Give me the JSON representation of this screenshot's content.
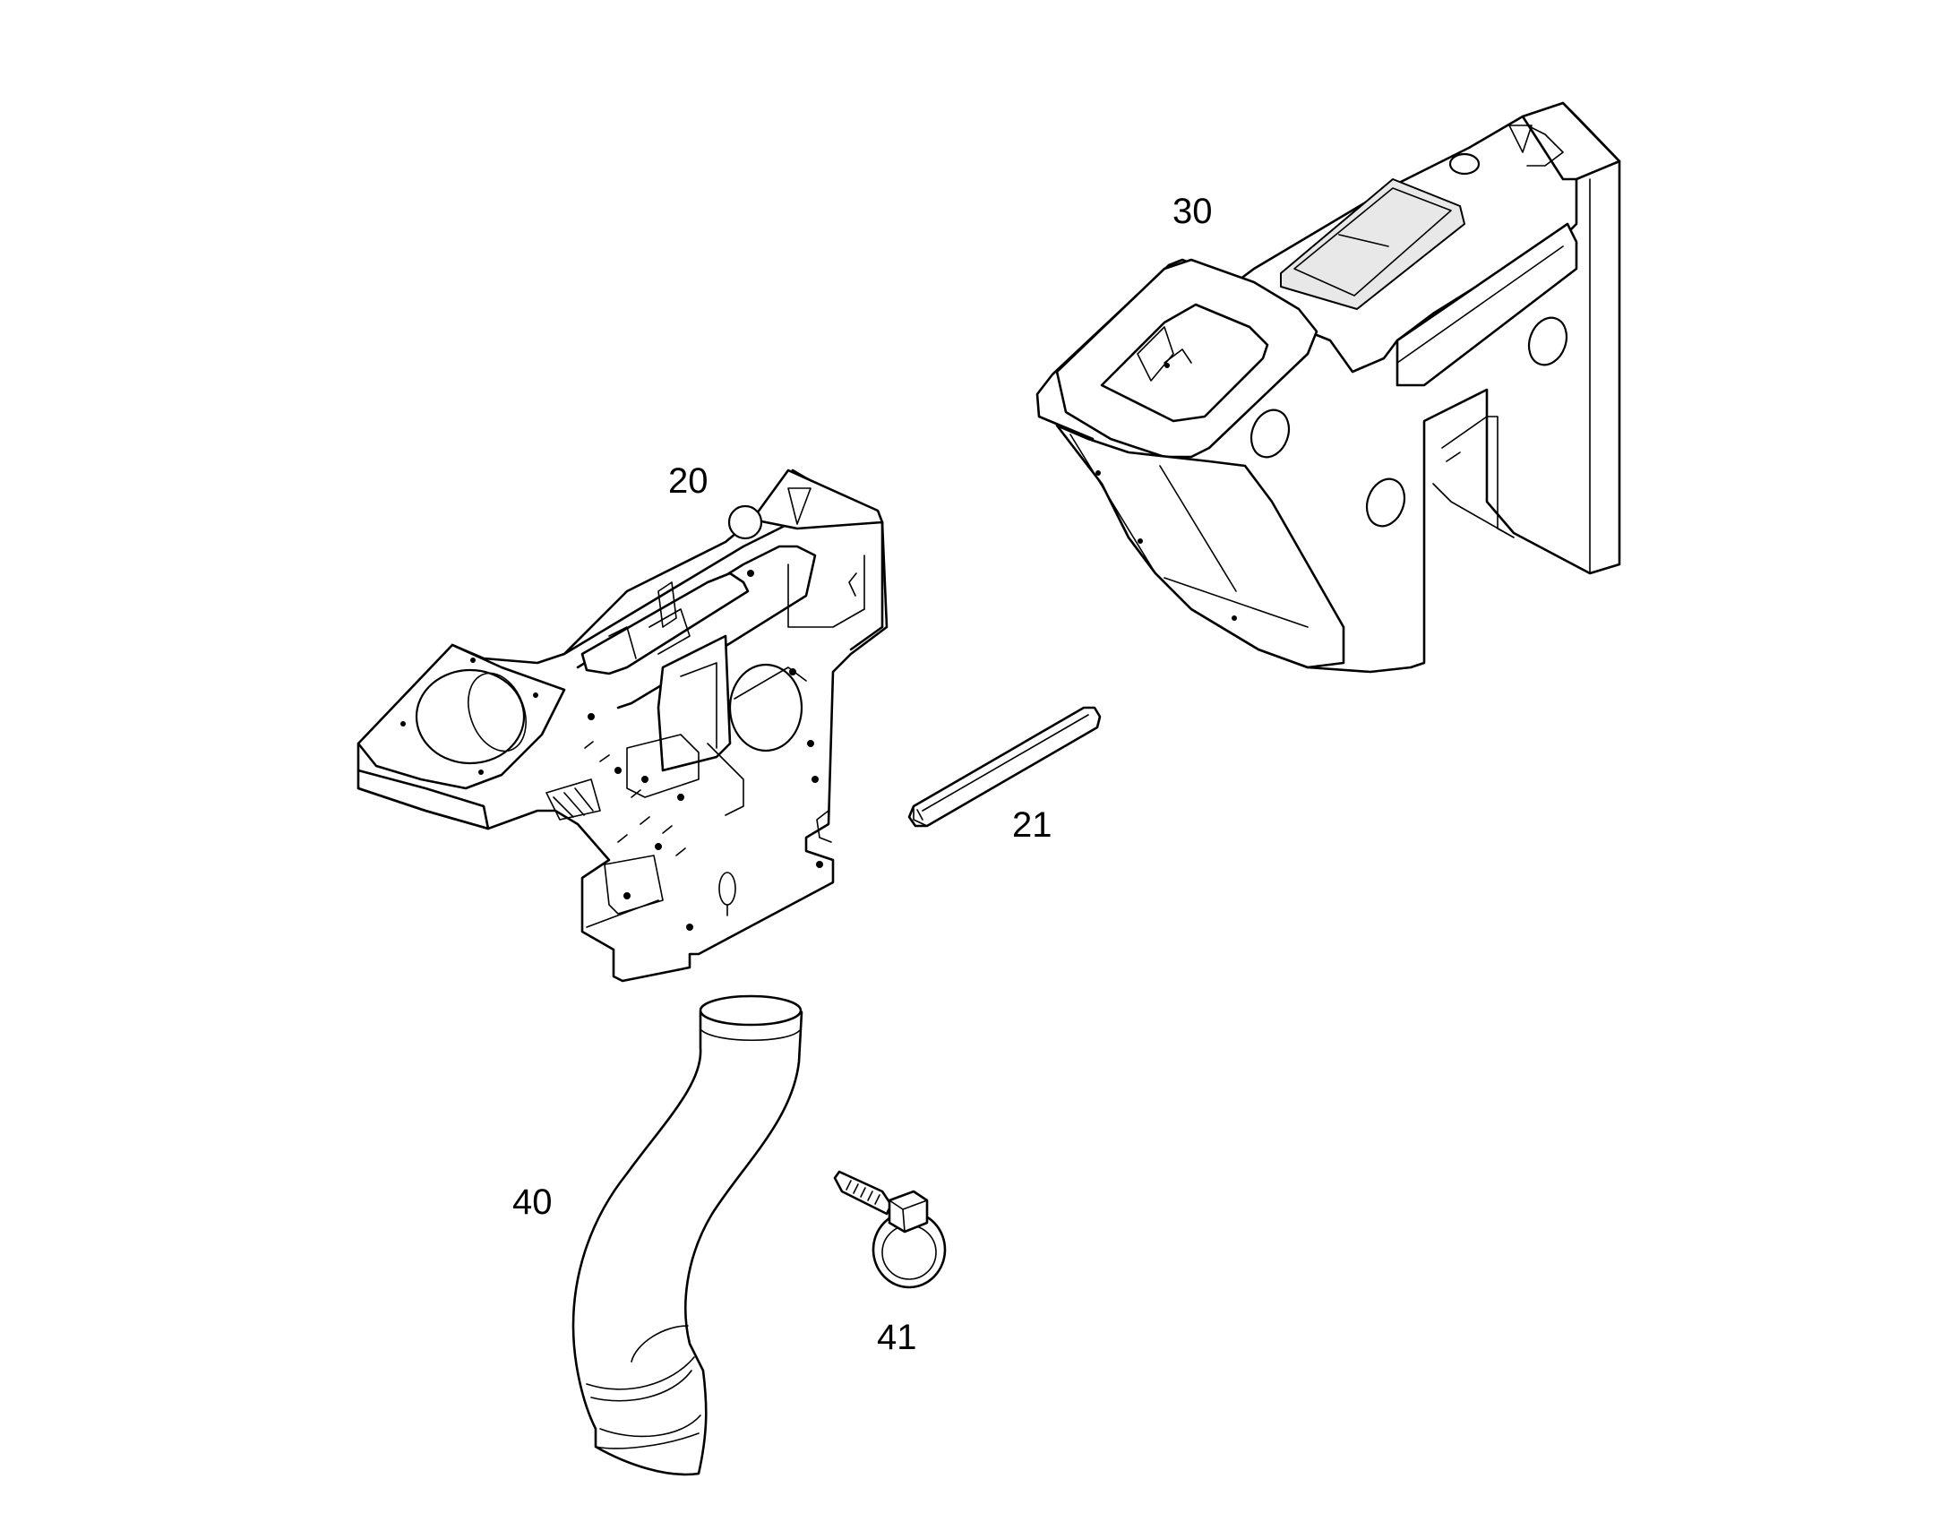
{
  "parts": [
    {
      "id": "part-30",
      "label": "30"
    },
    {
      "id": "part-20",
      "label": "20"
    },
    {
      "id": "part-21",
      "label": "21"
    },
    {
      "id": "part-40",
      "label": "40"
    },
    {
      "id": "part-41",
      "label": "41"
    }
  ]
}
